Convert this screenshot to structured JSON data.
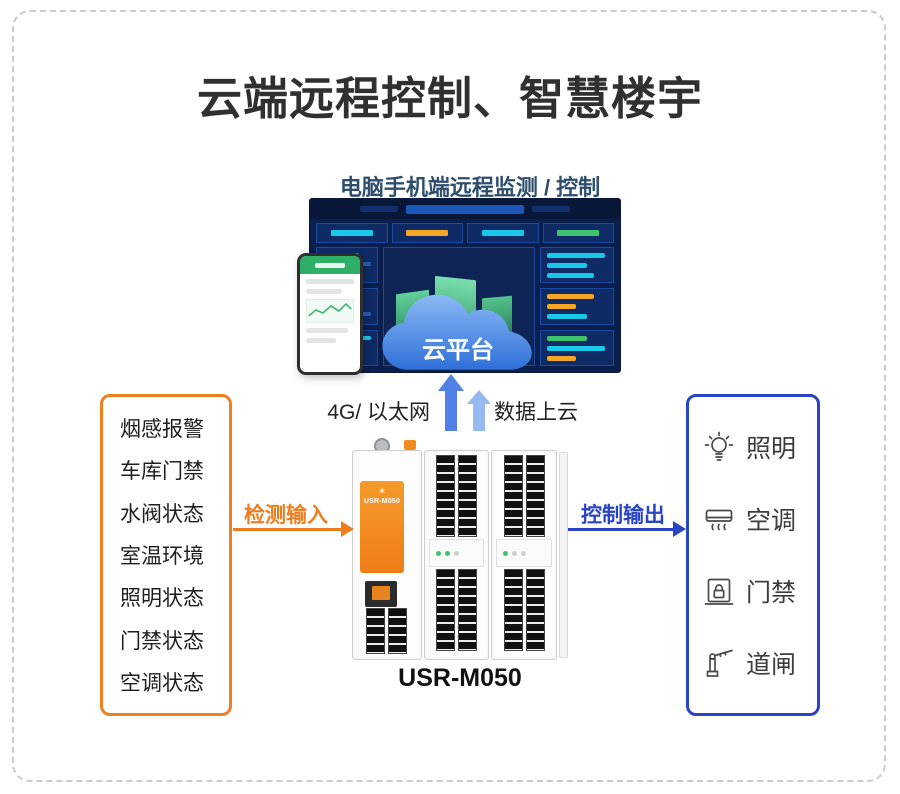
{
  "header": {
    "title": "云端远程控制、智慧楼宇",
    "subtitle": "电脑手机端远程监测 / 控制"
  },
  "cloud": {
    "label": "云平台"
  },
  "connections": {
    "network": "4G/ 以太网",
    "upload": "数据上云",
    "input": "检测输入",
    "output": "控制输出"
  },
  "device": {
    "model": "USR-M050",
    "panel": "USR-M050"
  },
  "inputs": {
    "items": [
      "烟感报警",
      "车库门禁",
      "水阀状态",
      "室温环境",
      "照明状态",
      "门禁状态",
      "空调状态"
    ]
  },
  "outputs": {
    "items": [
      {
        "icon": "bulb-icon",
        "label": "照明"
      },
      {
        "icon": "ac-icon",
        "label": "空调"
      },
      {
        "icon": "access-icon",
        "label": "门禁"
      },
      {
        "icon": "gate-icon",
        "label": "道闸"
      }
    ]
  },
  "colors": {
    "orange": "#EE7E1D",
    "blue": "#2A44C6",
    "cloud": "#2E6FD8"
  }
}
